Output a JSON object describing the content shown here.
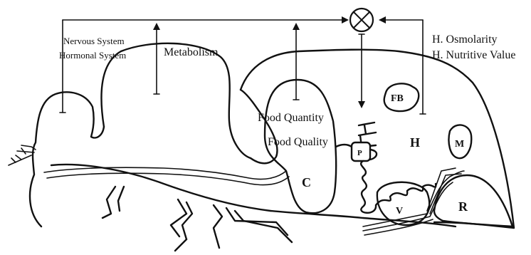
{
  "labels": {
    "nervous_system": "Nervous System",
    "hormonal_system": "Hormonal System",
    "metabolism": "Metabolism",
    "h_osmolarity": "H. Osmolarity",
    "h_nutritive_value": "H. Nutritive Value",
    "food_quantity": "Food Quantity",
    "food_quality": "Food Quality",
    "fat_body": "FB",
    "hemolymph": "H",
    "malpighian": "M",
    "crop": "C",
    "valve": "P",
    "ventriculus": "V",
    "rectum": "R"
  },
  "icons": {
    "comparator": "circled-x-icon"
  }
}
